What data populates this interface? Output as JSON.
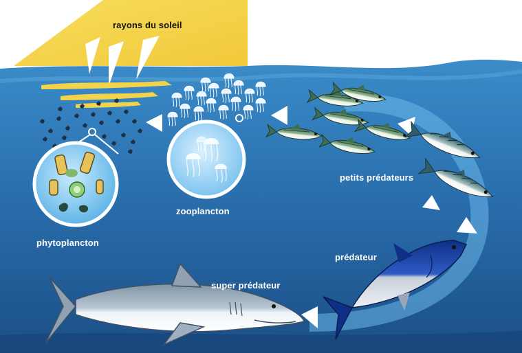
{
  "labels": {
    "sun": "rayons du soleil",
    "phytoplankton": "phytoplancton",
    "zooplankton": "zooplancton",
    "small_predators": "petits prédateurs",
    "predator": "prédateur",
    "super_predator": "super prédateur"
  },
  "colors": {
    "ocean_deep": "#1d5c96",
    "ocean_mid": "#2f7db8",
    "ocean_light": "#4aa0d8",
    "sun": "#f3d34a",
    "arrow": "#ffffff",
    "label_light": "#ffffff",
    "label_dark": "#111111"
  }
}
